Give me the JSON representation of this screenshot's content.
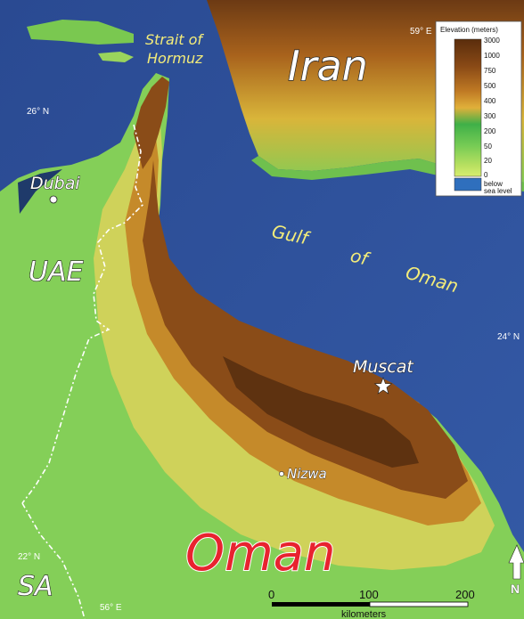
{
  "map": {
    "places": {
      "iran": "Iran",
      "uae": "UAE",
      "oman": "Oman",
      "sa": "SA",
      "dubai": "Dubai",
      "muscat": "Muscat",
      "nizwa": "Nizwa",
      "strait_line1": "Strait of",
      "strait_line2": "Hormuz",
      "gulf_w1": "Gulf",
      "gulf_w2": "of",
      "gulf_w3": "Oman"
    },
    "graticule": {
      "lat_26": "26° N",
      "lat_24": "24° N",
      "lat_22": "22° N",
      "lon_56": "56° E",
      "lon_59": "59° E"
    },
    "legend": {
      "title": "Elevation (meters)",
      "ticks": [
        "3000",
        "1000",
        "750",
        "500",
        "400",
        "300",
        "200",
        "50",
        "20",
        "0"
      ],
      "below_line1": "below",
      "below_line2": "sea level"
    },
    "scale_bar": {
      "ticks": [
        "0",
        "100",
        "200"
      ],
      "unit": "kilometers"
    },
    "north": "N",
    "colors": {
      "sea": "#2c4f9a",
      "lowland": "#7fd05a",
      "highland": "#6b3a12",
      "label_yellow": "#f3ec7a",
      "label_red": "#e8232f"
    }
  }
}
